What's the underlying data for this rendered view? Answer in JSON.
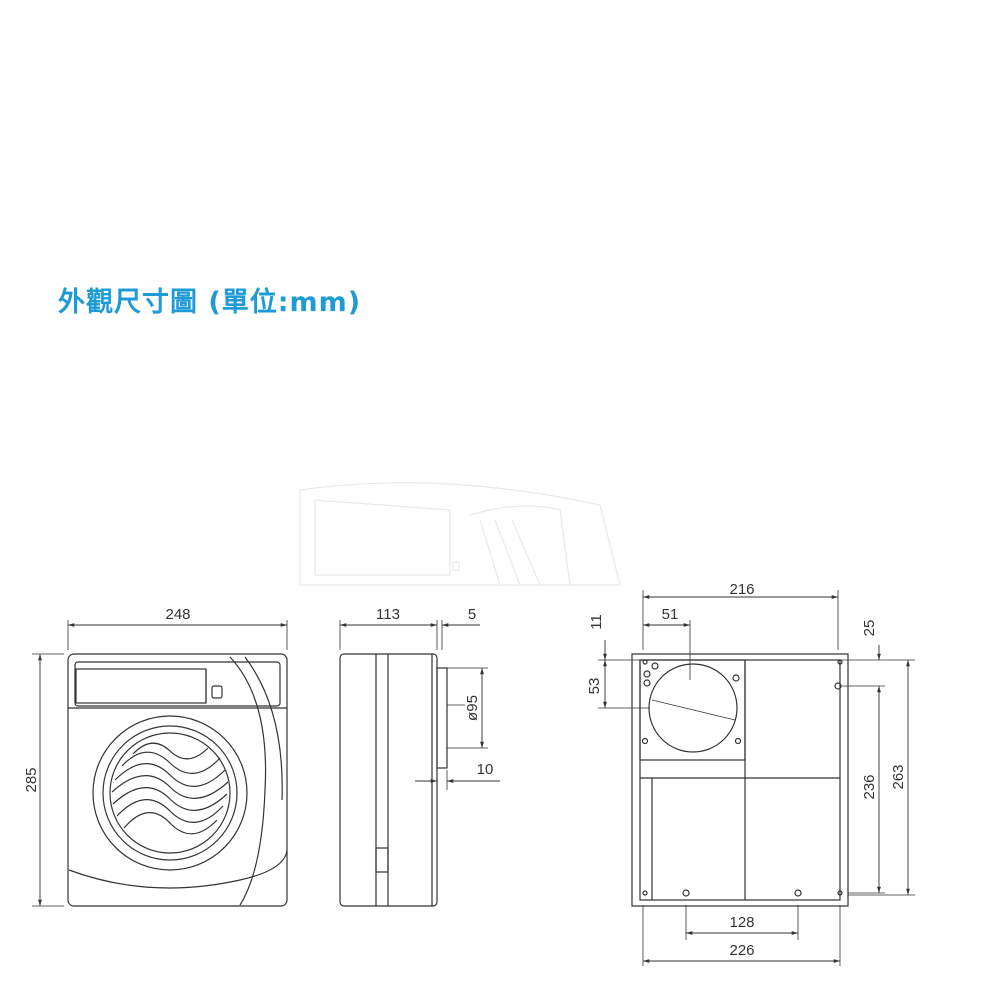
{
  "title": "外觀尺寸圖 (單位:mm)",
  "colors": {
    "title": "#1E9BD7",
    "line": "#333333",
    "fill": "#ffffff"
  },
  "front_view": {
    "width_label": "248",
    "height_label": "285"
  },
  "side_view": {
    "depth_label": "113",
    "flange_label": "5",
    "duct_label": "ø95",
    "duct_depth_label": "10"
  },
  "back_view": {
    "top_width_label": "216",
    "offset_label": "51",
    "top_gap_label": "11",
    "duct_center_label": "53",
    "right_top_label": "25",
    "inner_height_label": "236",
    "outer_height_label": "263",
    "hole_spacing_label": "128",
    "bottom_width_label": "226"
  }
}
